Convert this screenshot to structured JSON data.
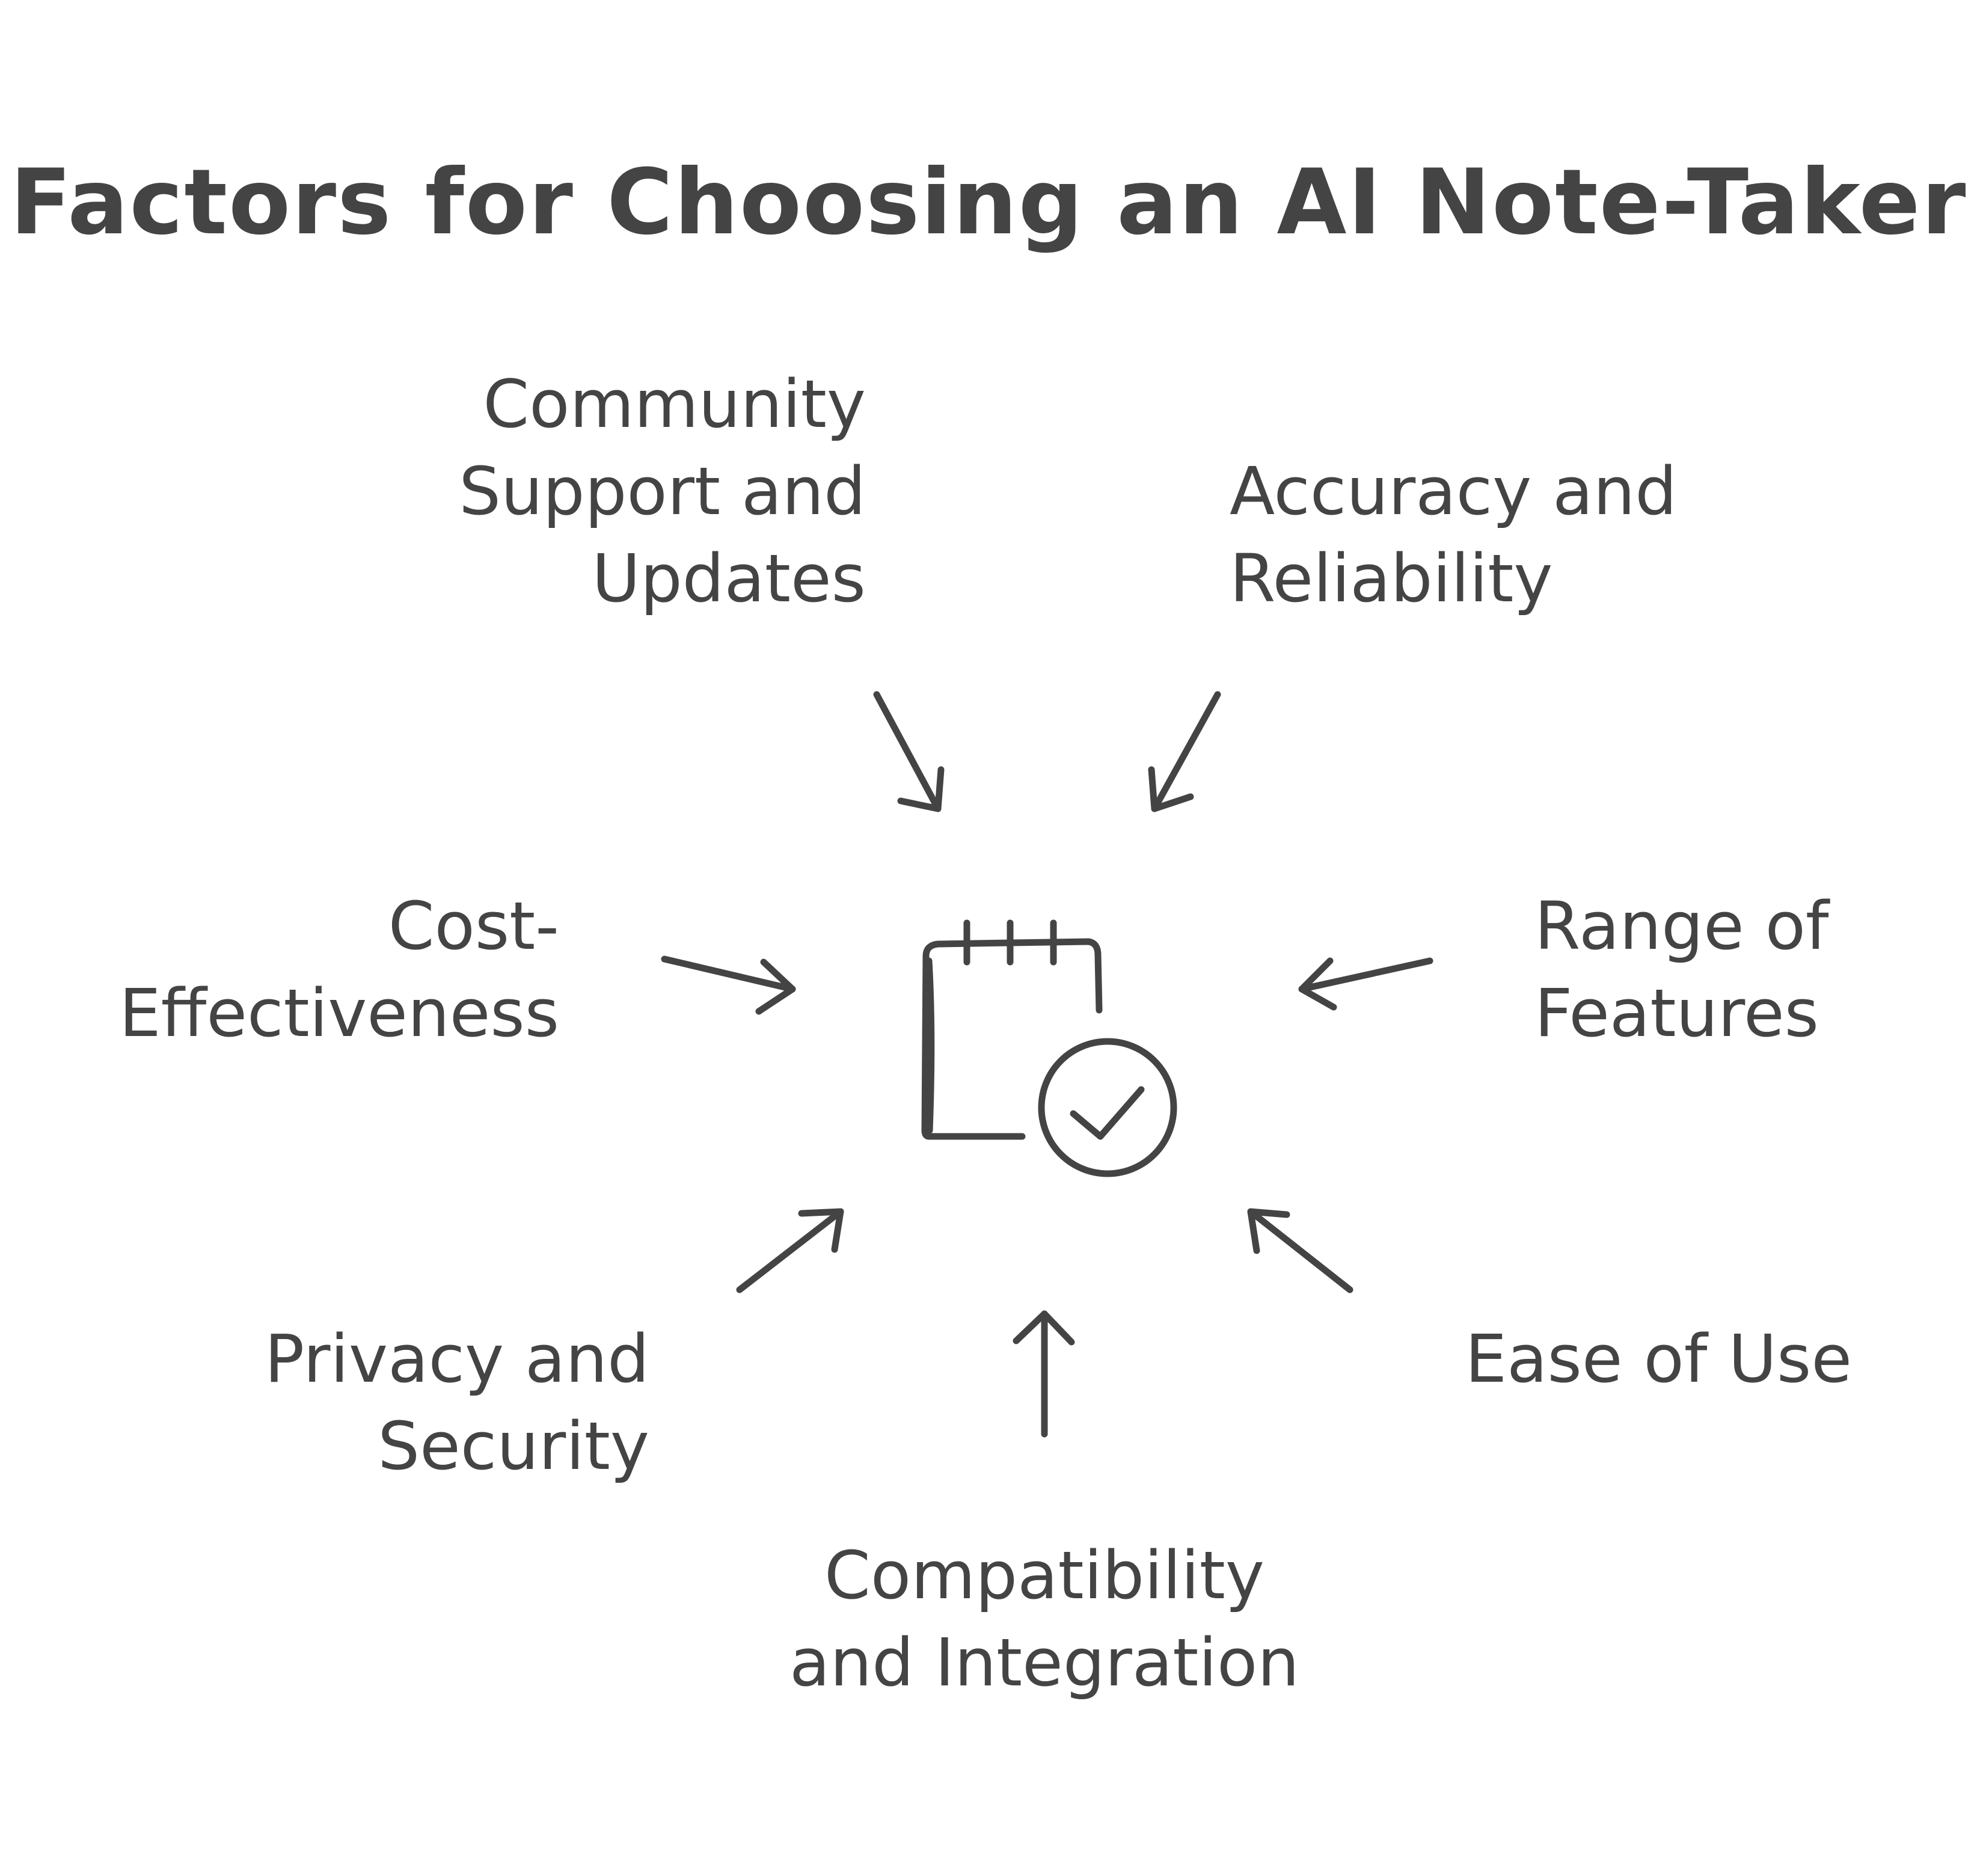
{
  "title": "Factors for Choosing an AI Note-Taker",
  "factors": {
    "community": {
      "line1": "Community",
      "line2": "Support and",
      "line3": "Updates"
    },
    "accuracy": {
      "line1": "Accuracy and",
      "line2": "Reliability"
    },
    "cost": {
      "line1": "Cost-",
      "line2": "Effectiveness"
    },
    "range": {
      "line1": "Range of",
      "line2": "Features"
    },
    "privacy": {
      "line1": "Privacy and",
      "line2": "Security"
    },
    "ease": {
      "line1": "Ease of Use"
    },
    "compatibility": {
      "line1": "Compatibility",
      "line2": "and Integration"
    }
  },
  "center_icon": "notepad-with-checkmark-icon",
  "colors": {
    "ink": "#444444",
    "background": "#ffffff"
  }
}
